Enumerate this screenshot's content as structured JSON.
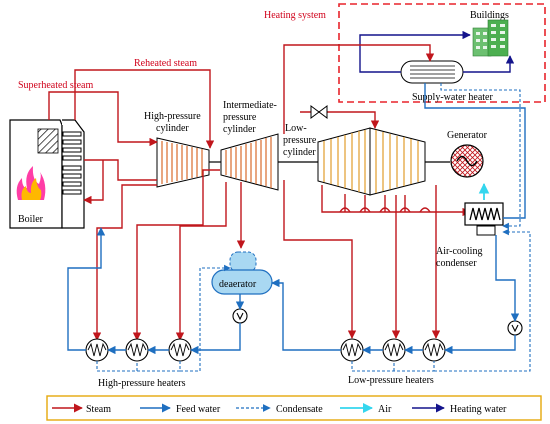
{
  "labels": {
    "heating_system": "Heating system",
    "buildings": "Buildings",
    "supply_water_heater": "Supply-water heater",
    "reheated_steam": "Reheated steam",
    "superheated_steam": "Superheated steam",
    "hp_cylinder_1": "High-pressure",
    "hp_cylinder_2": "cylinder",
    "ip_cylinder_1": "Intermediate-",
    "ip_cylinder_2": "pressure",
    "ip_cylinder_3": "cylinder",
    "lp_cylinder_1": "Low-",
    "lp_cylinder_2": "pressure",
    "lp_cylinder_3": "cylinder",
    "generator": "Generator",
    "boiler": "Boiler",
    "deaerator": "deaerator",
    "air_cooling_1": "Air-cooling",
    "air_cooling_2": "condenser",
    "hp_heaters": "High-pressure heaters",
    "lp_heaters": "Low-pressure heaters"
  },
  "legend": [
    {
      "label": "Steam",
      "color": "#c0161c",
      "style": "solid"
    },
    {
      "label": "Feed water",
      "color": "#1f6fc0",
      "style": "solid"
    },
    {
      "label": "Condensate",
      "color": "#1f6fc0",
      "style": "dashed"
    },
    {
      "label": "Air",
      "color": "#34d6ee",
      "style": "solid"
    },
    {
      "label": "Heating water",
      "color": "#14148c",
      "style": "solid"
    }
  ],
  "colors": {
    "steam": "#c0161c",
    "feed_water": "#1f6fc0",
    "air": "#34d6ee",
    "heating_water": "#14148c",
    "heating_box": "#e8242b",
    "legend_border": "#e5a90c",
    "turbine_stripe": "#d96a2b",
    "turbine_stripe_lp": "#e3a43c",
    "deaerator_fill": "#a9d8f2",
    "building": "#4caf50"
  }
}
